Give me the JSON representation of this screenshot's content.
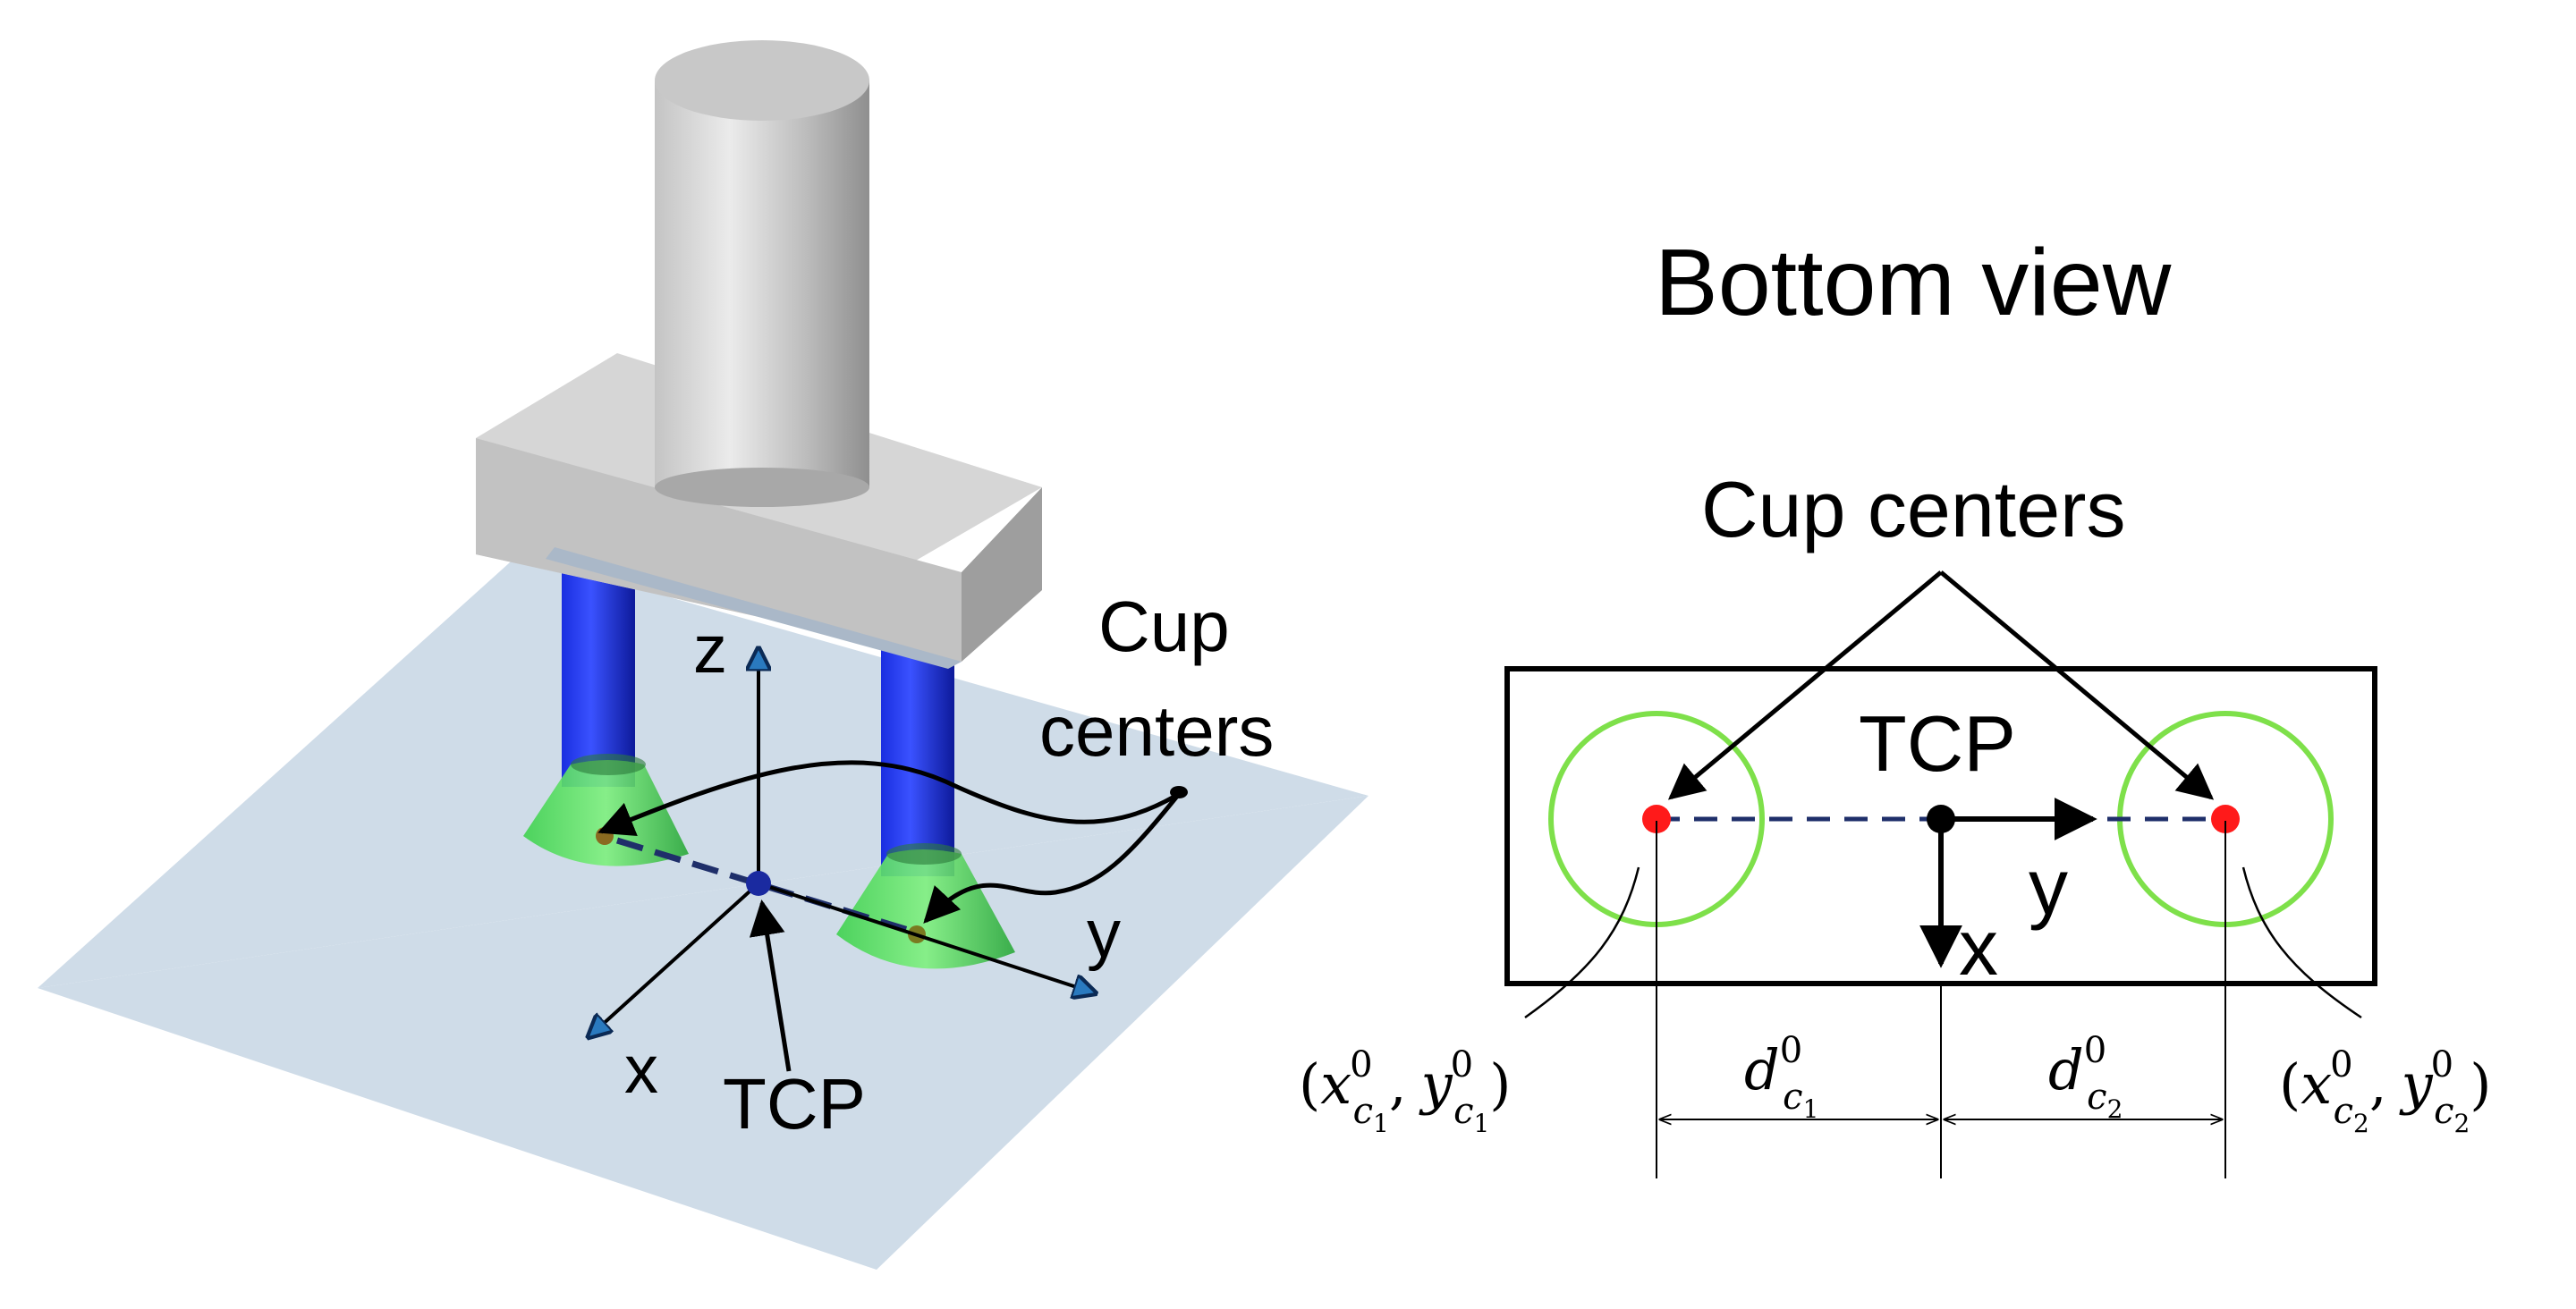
{
  "perspective_view": {
    "axis_z": "z",
    "axis_x": "x",
    "axis_y": "y",
    "tcp_label": "TCP",
    "cup_centers_line1": "Cup",
    "cup_centers_line2": "centers"
  },
  "bottom_view": {
    "title": "Bottom view",
    "cup_centers_label": "Cup centers",
    "tcp_label": "TCP",
    "axis_y": "y",
    "axis_x": "x",
    "coord_left": {
      "open": "(",
      "x": "x",
      "xsup": "0",
      "xsub": "c",
      "xsubsub": "1",
      "comma": ",",
      "y": "y",
      "ysup": "0",
      "ysub": "c",
      "ysubsub": "1",
      "close": ")"
    },
    "coord_right": {
      "open": "(",
      "x": "x",
      "xsup": "0",
      "xsub": "c",
      "xsubsub": "2",
      "comma": ",",
      "y": "y",
      "ysup": "0",
      "ysub": "c",
      "ysubsub": "2",
      "close": ")"
    },
    "dist_left": {
      "d": "d",
      "sup": "0",
      "sub": "c",
      "subsub": "1"
    },
    "dist_right": {
      "d": "d",
      "sup": "0",
      "sub": "c",
      "subsub": "2"
    }
  },
  "colors": {
    "cup_ring": "#7ee04a",
    "cup_center": "#ff1a1a",
    "suction_green": "#2ecc40",
    "post_blue": "#1a2ee0",
    "plane": "#cfdce8",
    "tcp_dot_3d": "#1a2aa0",
    "dashed_line": "#1f2f6a",
    "axis_tip": "#2a7abf"
  }
}
